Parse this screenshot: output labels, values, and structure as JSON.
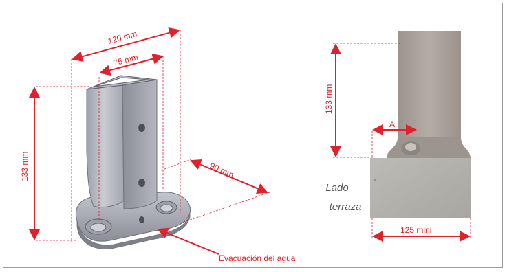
{
  "left_drawing": {
    "width_label": "120 mm",
    "inner_width_label": "75 mm",
    "height_label": "133 mm",
    "depth_label": "90 mm",
    "drain_label": "Evacuación del agua"
  },
  "right_drawing": {
    "height_label": "133 mm",
    "offset_label": "A",
    "side_label_line1": "Lado",
    "side_label_line2": "terraza",
    "min_label": "125 mini"
  },
  "colors": {
    "dimension": "#e0202a",
    "metal_light": "#b9bcc4",
    "metal_dark": "#868992",
    "post": "#a8a09a",
    "base_block": "#b4b2ad"
  }
}
